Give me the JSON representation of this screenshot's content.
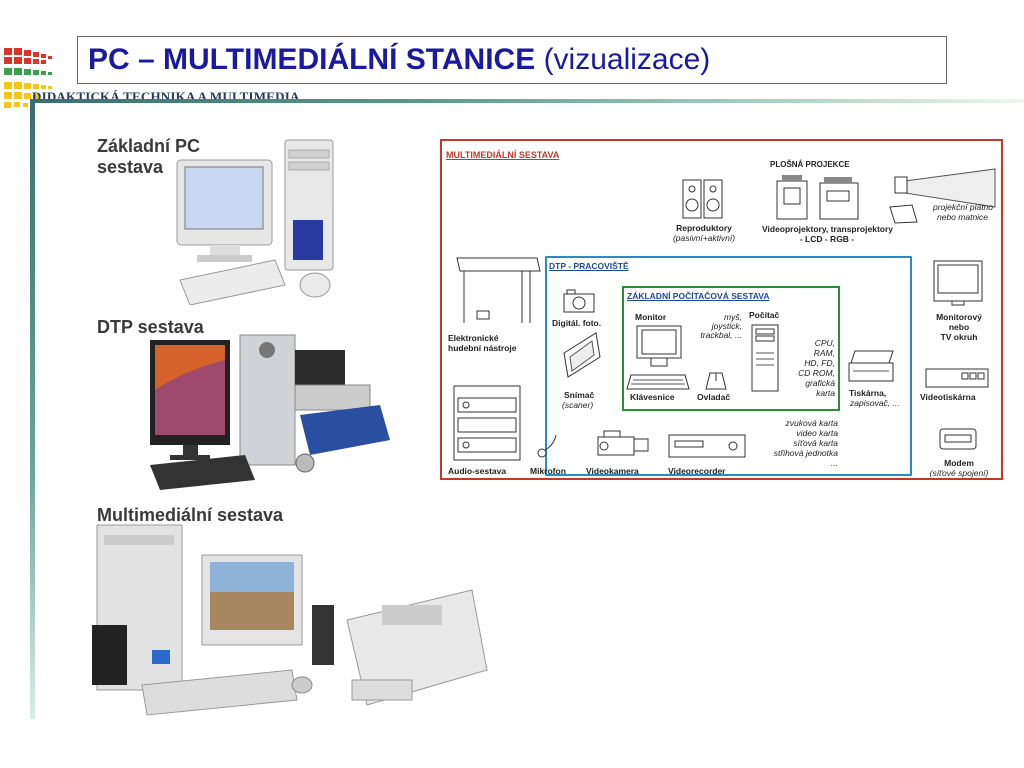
{
  "title": {
    "bold": "PC – MULTIMEDIÁLNÍ STANICE",
    "normal": "(vizualizace)"
  },
  "subtitle": "DIDAKTICKÁ TECHNIKA A MULTIMEDIA",
  "sections": {
    "basic_pc": [
      "Základní PC",
      "sestava"
    ],
    "dtp": "DTP sestava",
    "multimedia": "Multimediální sestava"
  },
  "diagram": {
    "outer_title": "MULTIMEDIÁLNÍ SESTAVA",
    "dtp_title": "DTP - PRACOVIŠTĚ",
    "basic_title": "ZÁKLADNÍ POČÍTAČOVÁ SESTAVA",
    "plosna_projekce": "PLOŠNÁ PROJEKCE",
    "reproduktory": "Reproduktory",
    "reproduktory_sub": "(pasivní+aktivní)",
    "videoprojektory": "Videoprojektory, transprojektory",
    "lcd_rgb": "- LCD - RGB -",
    "projekcni_platno": [
      "projekční plátno",
      "nebo matnice"
    ],
    "elektronicke": [
      "Elektronické",
      "hudební nástroje"
    ],
    "digital_foto": "Digitál. foto.",
    "snimac": "Snímač",
    "snimac_sub": "(scaner)",
    "monitor": "Monitor",
    "pocitac": "Počítač",
    "mys": [
      "myš,",
      "joystick,",
      "trackbal, ..."
    ],
    "cpu": [
      "CPU,",
      "RAM,",
      "HD, FD,",
      "CD ROM,",
      "grafická",
      "karta"
    ],
    "klavesnice": "Klávesnice",
    "ovladac": "Ovladač",
    "tiskarna": "Tiskárna,",
    "tiskarna_sub": "zapisovač, ...",
    "monitorovy": [
      "Monitorový",
      "nebo",
      "TV okruh"
    ],
    "videotiskarna": "Videotiskárna",
    "karty": [
      "zvuková karta",
      "video karta",
      "síťová karta",
      "střihová jednotka",
      "..."
    ],
    "modem": "Modem",
    "modem_sub": "(síťové spojení)",
    "audio": "Audio-sestava",
    "mikrofon": "Mikrofon",
    "videokamera": "Videokamera",
    "videorecorder": "Videorecorder"
  },
  "colors": {
    "title_blue": "#1a1aa0",
    "outer_red": "#c0392b",
    "dtp_blue": "#2a8ac8",
    "basic_green": "#2e8b3a"
  }
}
